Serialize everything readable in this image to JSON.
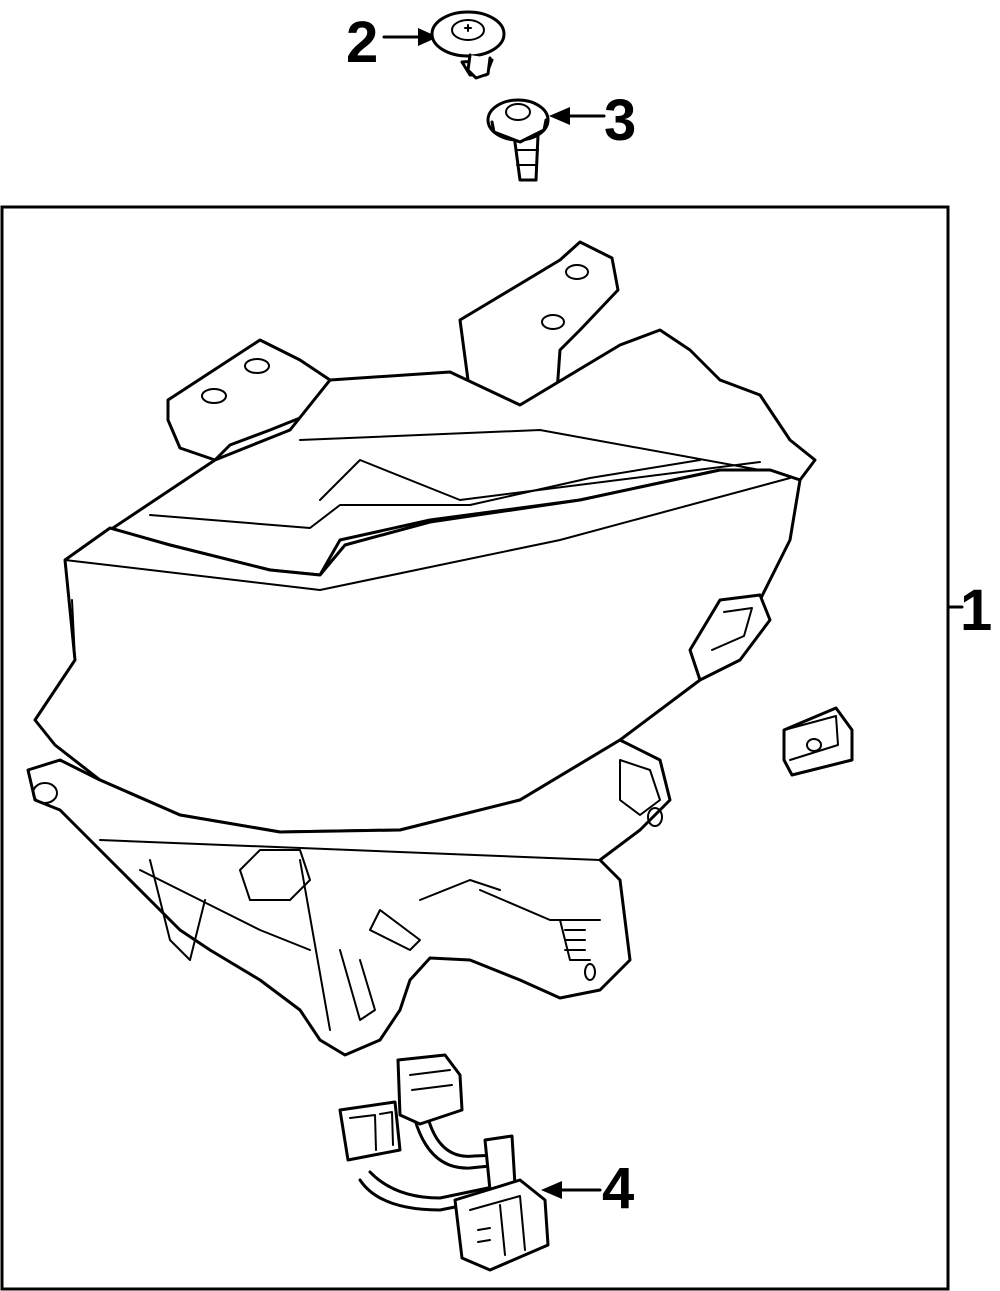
{
  "callouts": {
    "part1": "1",
    "part2": "2",
    "part3": "3",
    "part4": "4"
  }
}
